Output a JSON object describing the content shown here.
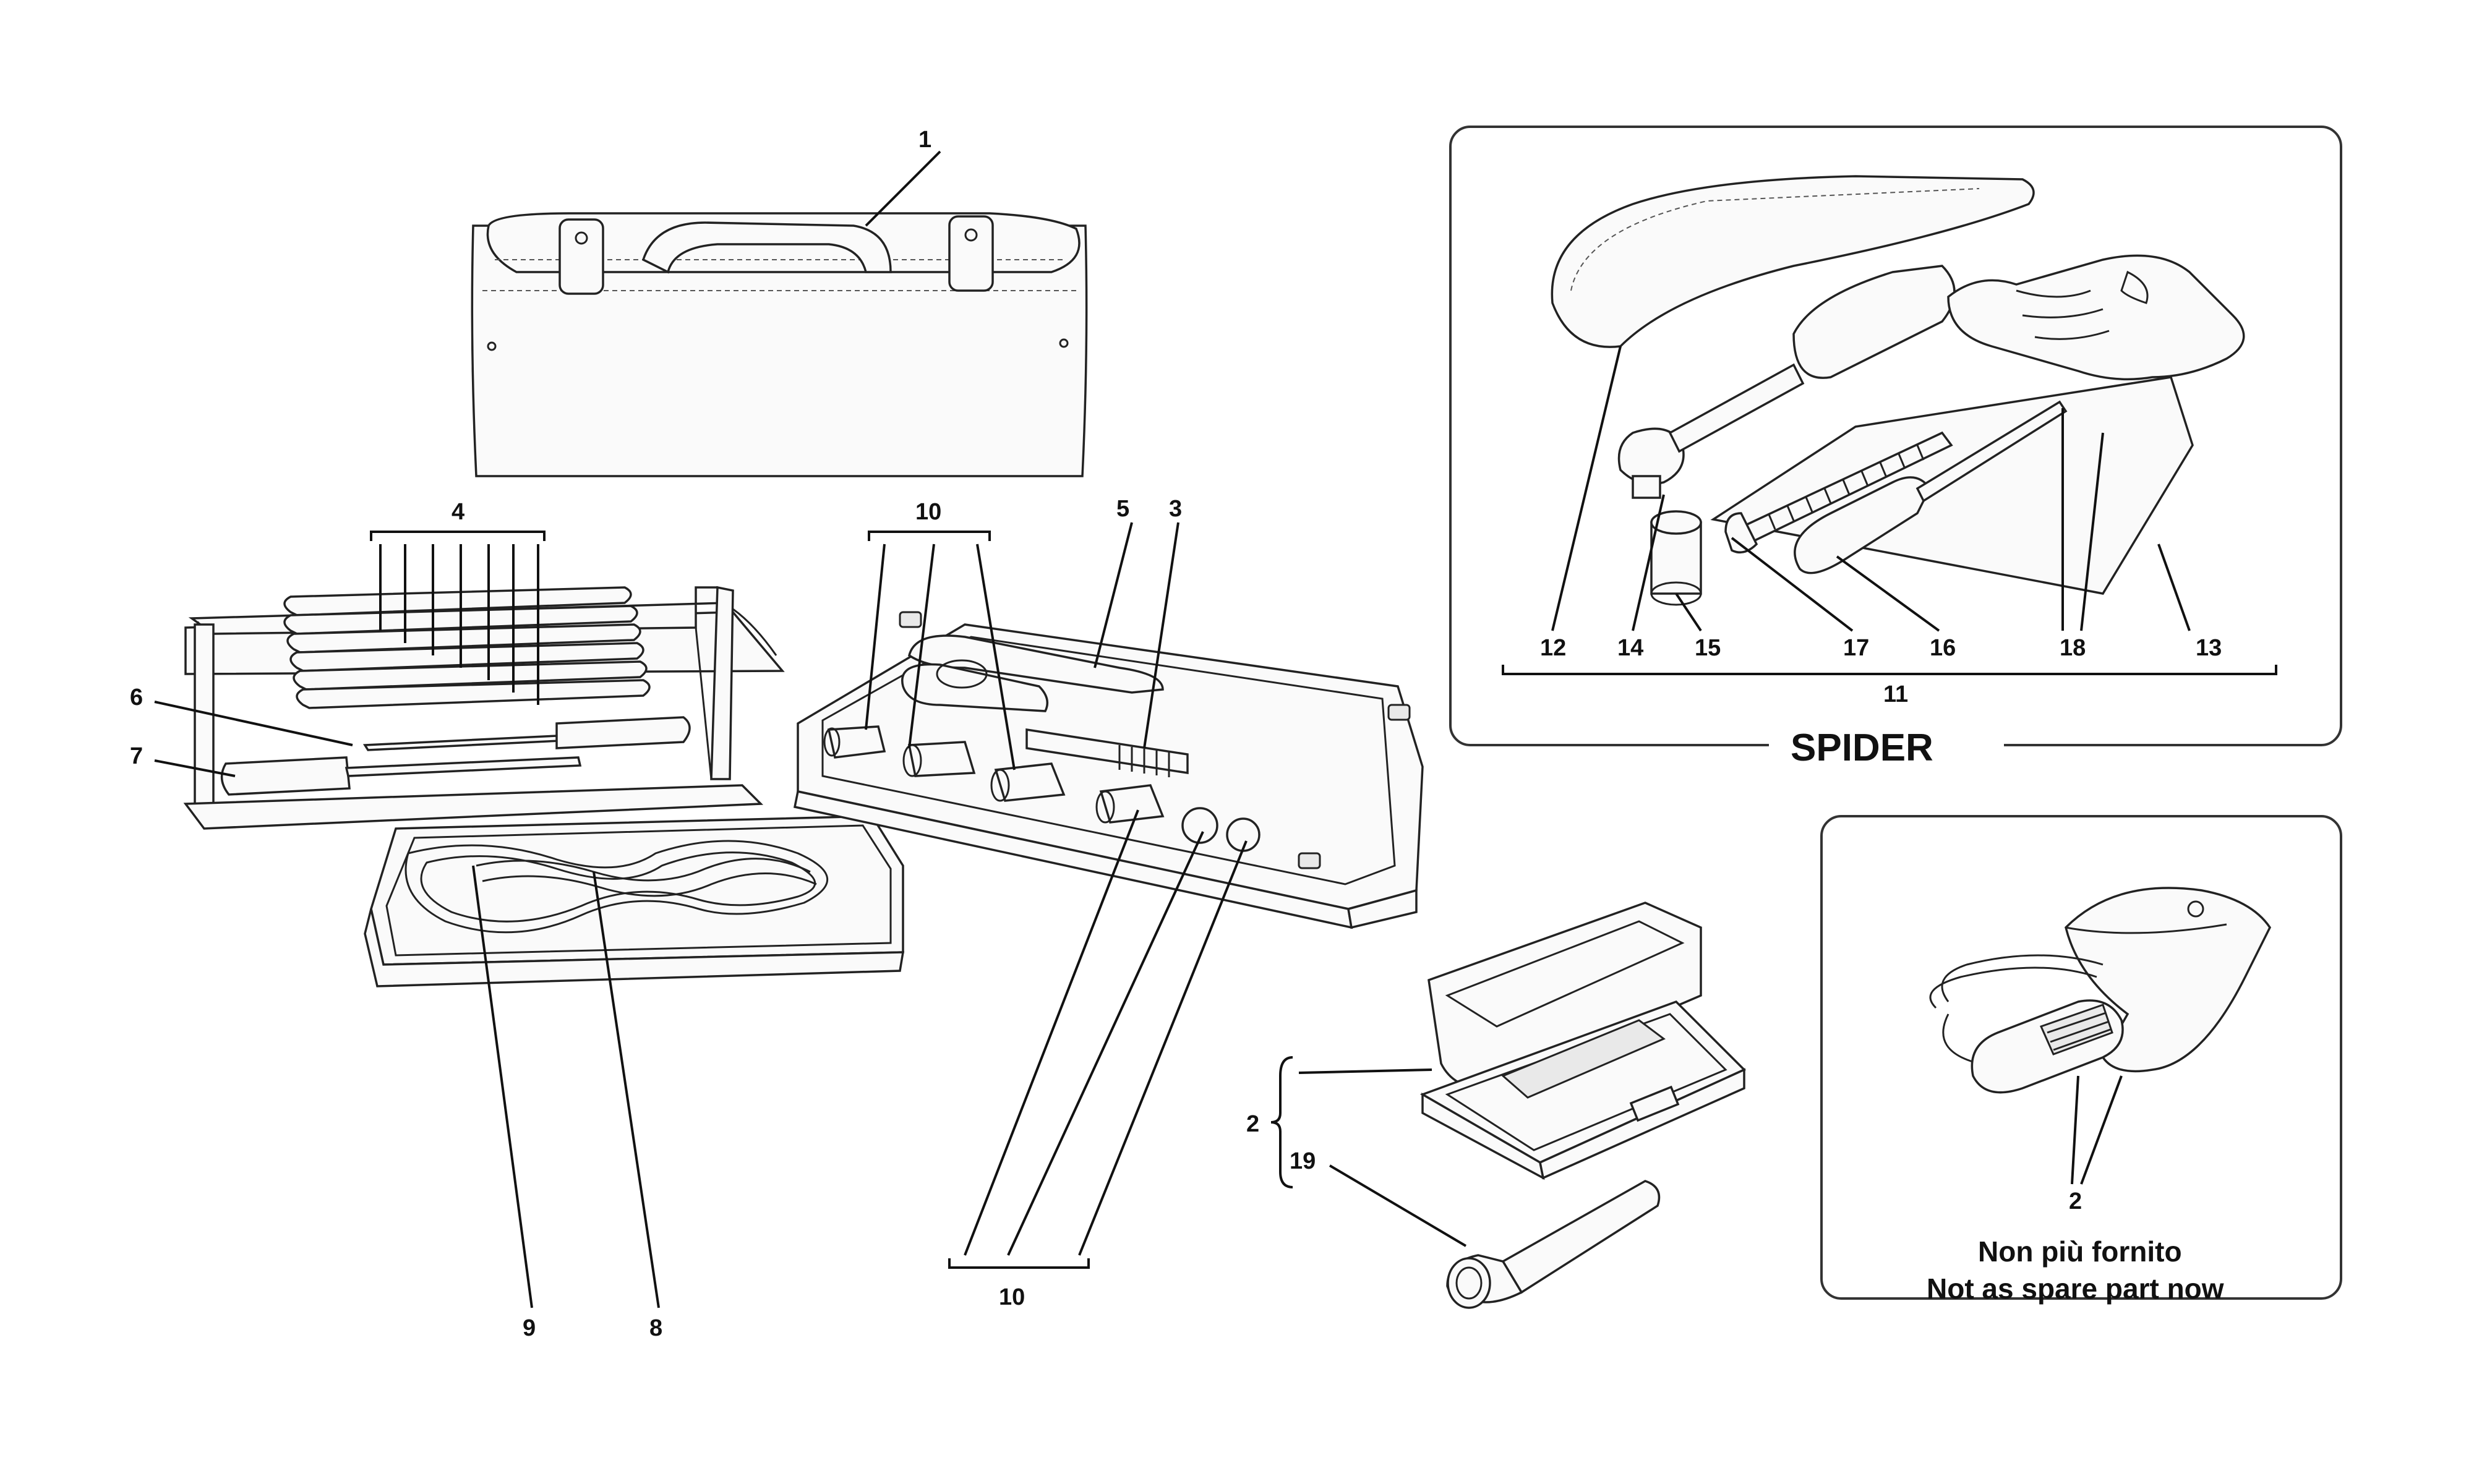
{
  "callouts": {
    "bag": "1",
    "wrenches": "4",
    "screwdriver_a": "6",
    "screwdriver_b": "7",
    "tray_top": "10",
    "pliers": "5",
    "tool_3": "3",
    "tray_bottom": "10",
    "strap_9": "9",
    "strap_8": "8",
    "kit_2": "2",
    "torch": "19",
    "spider": [
      "12",
      "14",
      "15",
      "17",
      "16",
      "18",
      "13"
    ],
    "spider_group": "11",
    "charger": "2"
  },
  "labels": {
    "spider_title": "SPIDER",
    "note_it": "Non più fornito",
    "note_en": "Not as spare part now"
  }
}
